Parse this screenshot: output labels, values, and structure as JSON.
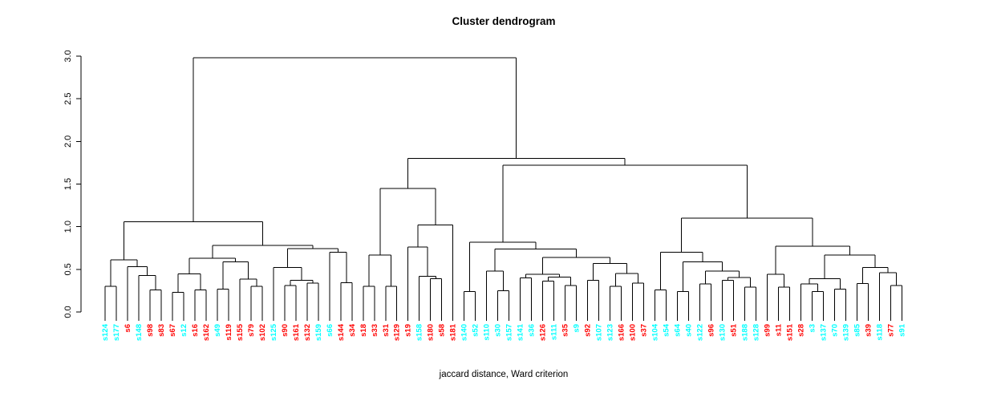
{
  "chart_data": {
    "type": "dendrogram",
    "title": "Cluster dendrogram",
    "xlabel": "jaccard distance, Ward criterion",
    "ylabel": "",
    "ylim": [
      0,
      3
    ],
    "yticks": [
      "0.0",
      "0.5",
      "1.0",
      "1.5",
      "2.0",
      "2.5",
      "3.0"
    ],
    "grid": false,
    "line_color": "#000000",
    "label_colors": {
      "red": "#FF0000",
      "cyan": "#00FFFF"
    },
    "leaves": [
      {
        "label": "s124",
        "color": "cyan"
      },
      {
        "label": "s177",
        "color": "cyan"
      },
      {
        "label": "s6",
        "color": "red"
      },
      {
        "label": "s148",
        "color": "cyan"
      },
      {
        "label": "s98",
        "color": "red"
      },
      {
        "label": "s83",
        "color": "red"
      },
      {
        "label": "s67",
        "color": "red"
      },
      {
        "label": "s12",
        "color": "cyan"
      },
      {
        "label": "s16",
        "color": "red"
      },
      {
        "label": "s162",
        "color": "red"
      },
      {
        "label": "s49",
        "color": "cyan"
      },
      {
        "label": "s119",
        "color": "red"
      },
      {
        "label": "s155",
        "color": "red"
      },
      {
        "label": "s79",
        "color": "red"
      },
      {
        "label": "s102",
        "color": "red"
      },
      {
        "label": "s125",
        "color": "cyan"
      },
      {
        "label": "s90",
        "color": "red"
      },
      {
        "label": "s161",
        "color": "red"
      },
      {
        "label": "s132",
        "color": "red"
      },
      {
        "label": "s159",
        "color": "cyan"
      },
      {
        "label": "s66",
        "color": "cyan"
      },
      {
        "label": "s144",
        "color": "red"
      },
      {
        "label": "s34",
        "color": "red"
      },
      {
        "label": "s18",
        "color": "red"
      },
      {
        "label": "s33",
        "color": "red"
      },
      {
        "label": "s31",
        "color": "red"
      },
      {
        "label": "s129",
        "color": "red"
      },
      {
        "label": "s19",
        "color": "red"
      },
      {
        "label": "s158",
        "color": "cyan"
      },
      {
        "label": "s180",
        "color": "red"
      },
      {
        "label": "s58",
        "color": "red"
      },
      {
        "label": "s181",
        "color": "red"
      },
      {
        "label": "s140",
        "color": "cyan"
      },
      {
        "label": "s52",
        "color": "cyan"
      },
      {
        "label": "s110",
        "color": "cyan"
      },
      {
        "label": "s30",
        "color": "cyan"
      },
      {
        "label": "s157",
        "color": "cyan"
      },
      {
        "label": "s141",
        "color": "cyan"
      },
      {
        "label": "s36",
        "color": "cyan"
      },
      {
        "label": "s126",
        "color": "red"
      },
      {
        "label": "s111",
        "color": "cyan"
      },
      {
        "label": "s35",
        "color": "red"
      },
      {
        "label": "s9",
        "color": "cyan"
      },
      {
        "label": "s92",
        "color": "red"
      },
      {
        "label": "s107",
        "color": "cyan"
      },
      {
        "label": "s123",
        "color": "cyan"
      },
      {
        "label": "s166",
        "color": "red"
      },
      {
        "label": "s100",
        "color": "red"
      },
      {
        "label": "s37",
        "color": "red"
      },
      {
        "label": "s104",
        "color": "cyan"
      },
      {
        "label": "s54",
        "color": "cyan"
      },
      {
        "label": "s64",
        "color": "cyan"
      },
      {
        "label": "s40",
        "color": "cyan"
      },
      {
        "label": "s122",
        "color": "cyan"
      },
      {
        "label": "s96",
        "color": "red"
      },
      {
        "label": "s130",
        "color": "cyan"
      },
      {
        "label": "s51",
        "color": "red"
      },
      {
        "label": "s188",
        "color": "cyan"
      },
      {
        "label": "s128",
        "color": "cyan"
      },
      {
        "label": "s99",
        "color": "red"
      },
      {
        "label": "s11",
        "color": "red"
      },
      {
        "label": "s151",
        "color": "red"
      },
      {
        "label": "s28",
        "color": "red"
      },
      {
        "label": "s3",
        "color": "cyan"
      },
      {
        "label": "s137",
        "color": "cyan"
      },
      {
        "label": "s70",
        "color": "cyan"
      },
      {
        "label": "s139",
        "color": "cyan"
      },
      {
        "label": "s85",
        "color": "cyan"
      },
      {
        "label": "s39",
        "color": "red"
      },
      {
        "label": "s118",
        "color": "cyan"
      },
      {
        "label": "s77",
        "color": "red"
      },
      {
        "label": "s91",
        "color": "cyan"
      }
    ],
    "tree": {
      "h": 2.98,
      "c": [
        {
          "h": 1.06,
          "c": [
            {
              "h": 0.61,
              "c": [
                {
                  "h": 0.3,
                  "c": [
                    0,
                    1
                  ]
                },
                {
                  "h": 0.53,
                  "c": [
                    2,
                    {
                      "h": 0.43,
                      "c": [
                        3,
                        {
                          "h": 0.26,
                          "c": [
                            4,
                            5
                          ]
                        }
                      ]
                    }
                  ]
                }
              ]
            },
            {
              "h": 0.78,
              "c": [
                {
                  "h": 0.63,
                  "c": [
                    {
                      "h": 0.445,
                      "c": [
                        {
                          "h": 0.23,
                          "c": [
                            6,
                            7
                          ]
                        },
                        {
                          "h": 0.26,
                          "c": [
                            8,
                            9
                          ]
                        }
                      ]
                    },
                    {
                      "h": 0.59,
                      "c": [
                        {
                          "h": 0.27,
                          "c": [
                            10,
                            11
                          ]
                        },
                        {
                          "h": 0.385,
                          "c": [
                            12,
                            {
                              "h": 0.3,
                              "c": [
                                13,
                                14
                              ]
                            }
                          ]
                        }
                      ]
                    }
                  ]
                },
                {
                  "h": 0.745,
                  "c": [
                    {
                      "h": 0.52,
                      "c": [
                        15,
                        {
                          "h": 0.37,
                          "c": [
                            {
                              "h": 0.31,
                              "c": [
                                16,
                                17
                              ]
                            },
                            {
                              "h": 0.34,
                              "c": [
                                18,
                                19
                              ]
                            }
                          ]
                        }
                      ]
                    },
                    {
                      "h": 0.7,
                      "c": [
                        20,
                        {
                          "h": 0.345,
                          "c": [
                            21,
                            22
                          ]
                        }
                      ]
                    }
                  ]
                }
              ]
            }
          ]
        },
        {
          "h": 1.8,
          "c": [
            {
              "h": 1.45,
              "c": [
                {
                  "h": 0.67,
                  "c": [
                    {
                      "h": 0.3,
                      "c": [
                        23,
                        24
                      ]
                    },
                    {
                      "h": 0.3,
                      "c": [
                        25,
                        26
                      ]
                    }
                  ]
                },
                {
                  "h": 1.02,
                  "c": [
                    {
                      "h": 0.76,
                      "c": [
                        27,
                        {
                          "h": 0.42,
                          "c": [
                            28,
                            {
                              "h": 0.39,
                              "c": [
                                29,
                                30
                              ]
                            }
                          ]
                        }
                      ]
                    },
                    31
                  ]
                }
              ]
            },
            {
              "h": 1.72,
              "c": [
                {
                  "h": 0.82,
                  "c": [
                    {
                      "h": 0.24,
                      "c": [
                        32,
                        33
                      ]
                    },
                    {
                      "h": 0.74,
                      "c": [
                        {
                          "h": 0.48,
                          "c": [
                            34,
                            {
                              "h": 0.25,
                              "c": [
                                35,
                                36
                              ]
                            }
                          ]
                        },
                        {
                          "h": 0.64,
                          "c": [
                            {
                              "h": 0.44,
                              "c": [
                                {
                                  "h": 0.4,
                                  "c": [
                                    37,
                                    38
                                  ]
                                },
                                {
                                  "h": 0.41,
                                  "c": [
                                    {
                                      "h": 0.36,
                                      "c": [
                                        39,
                                        40
                                      ]
                                    },
                                    {
                                      "h": 0.31,
                                      "c": [
                                        41,
                                        42
                                      ]
                                    }
                                  ]
                                }
                              ]
                            },
                            {
                              "h": 0.57,
                              "c": [
                                {
                                  "h": 0.37,
                                  "c": [
                                    43,
                                    44
                                  ]
                                },
                                {
                                  "h": 0.45,
                                  "c": [
                                    {
                                      "h": 0.3,
                                      "c": [
                                        45,
                                        46
                                      ]
                                    },
                                    {
                                      "h": 0.34,
                                      "c": [
                                        47,
                                        48
                                      ]
                                    }
                                  ]
                                }
                              ]
                            }
                          ]
                        }
                      ]
                    }
                  ]
                },
                {
                  "h": 1.1,
                  "c": [
                    {
                      "h": 0.7,
                      "c": [
                        {
                          "h": 0.26,
                          "c": [
                            49,
                            50
                          ]
                        },
                        {
                          "h": 0.59,
                          "c": [
                            {
                              "h": 0.24,
                              "c": [
                                51,
                                52
                              ]
                            },
                            {
                              "h": 0.48,
                              "c": [
                                {
                                  "h": 0.33,
                                  "c": [
                                    53,
                                    54
                                  ]
                                },
                                {
                                  "h": 0.405,
                                  "c": [
                                    {
                                      "h": 0.37,
                                      "c": [
                                        55,
                                        56
                                      ]
                                    },
                                    {
                                      "h": 0.29,
                                      "c": [
                                        57,
                                        58
                                      ]
                                    }
                                  ]
                                }
                              ]
                            }
                          ]
                        }
                      ]
                    },
                    {
                      "h": 0.77,
                      "c": [
                        {
                          "h": 0.44,
                          "c": [
                            59,
                            {
                              "h": 0.29,
                              "c": [
                                60,
                                61
                              ]
                            }
                          ]
                        },
                        {
                          "h": 0.67,
                          "c": [
                            {
                              "h": 0.39,
                              "c": [
                                {
                                  "h": 0.33,
                                  "c": [
                                    62,
                                    {
                                      "h": 0.24,
                                      "c": [
                                        63,
                                        64
                                      ]
                                    }
                                  ]
                                },
                                {
                                  "h": 0.27,
                                  "c": [
                                    65,
                                    66
                                  ]
                                }
                              ]
                            },
                            {
                              "h": 0.52,
                              "c": [
                                {
                                  "h": 0.335,
                                  "c": [
                                    67,
                                    68
                                  ]
                                },
                                {
                                  "h": 0.46,
                                  "c": [
                                    69,
                                    {
                                      "h": 0.31,
                                      "c": [
                                        70,
                                        71
                                      ]
                                    }
                                  ]
                                }
                              ]
                            }
                          ]
                        }
                      ]
                    }
                  ]
                }
              ]
            }
          ]
        }
      ]
    }
  }
}
